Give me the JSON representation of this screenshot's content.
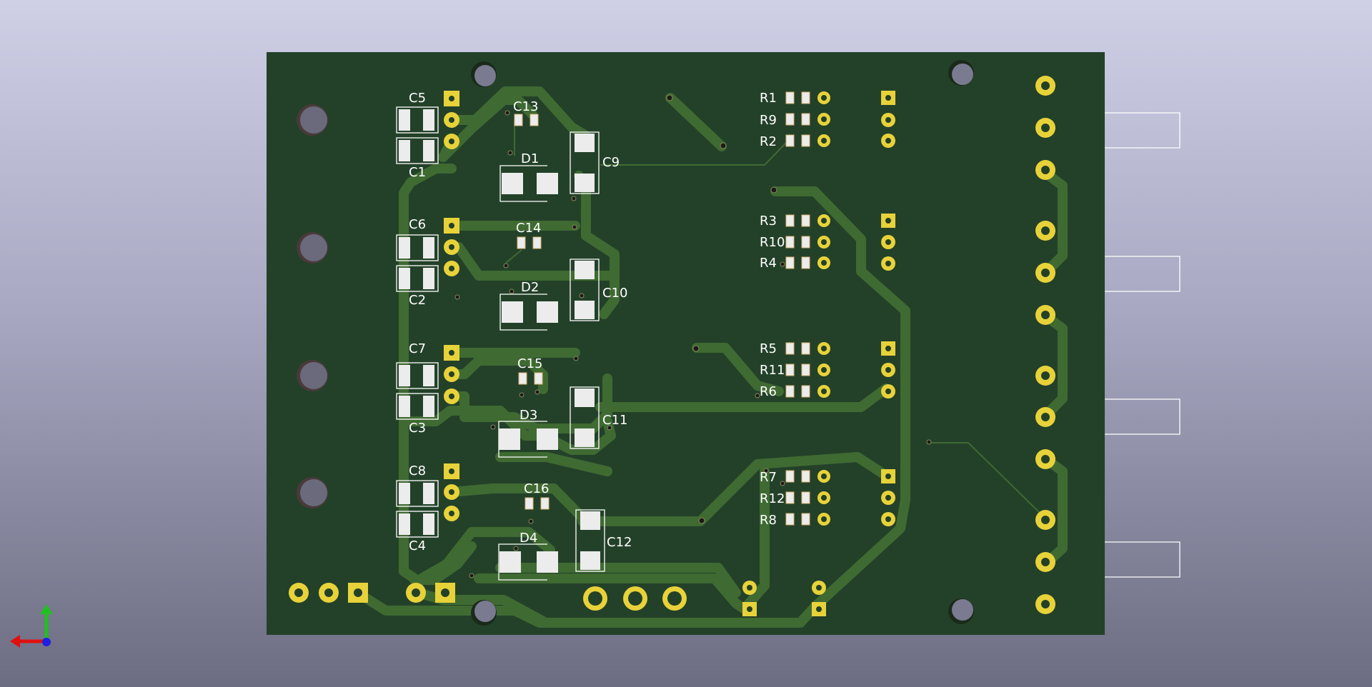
{
  "colors": {
    "board": "#234129",
    "track": "#3f6a32",
    "pad_gold": "#e8d23a",
    "pad_smd": "#ececec",
    "silkscreen": "#ffffff",
    "hole": "#6a6a7c",
    "axis_x": "#e01010",
    "axis_y": "#20c020",
    "axis_z": "#2020e0"
  },
  "refs": {
    "c1": "C1",
    "c2": "C2",
    "c3": "C3",
    "c4": "C4",
    "c5": "C5",
    "c6": "C6",
    "c7": "C7",
    "c8": "C8",
    "c9": "C9",
    "c10": "C10",
    "c11": "C11",
    "c12": "C12",
    "c13": "C13",
    "c14": "C14",
    "c15": "C15",
    "c16": "C16",
    "d1": "D1",
    "d2": "D2",
    "d3": "D3",
    "d4": "D4",
    "r1": "R1",
    "r2": "R2",
    "r3": "R3",
    "r4": "R4",
    "r5": "R5",
    "r6": "R6",
    "r7": "R7",
    "r8": "R8",
    "r9": "R9",
    "r10": "R10",
    "r11": "R11",
    "r12": "R12"
  },
  "icons": {
    "axis": "xyz-axis-icon",
    "mounting_hole": "mounting-hole-icon"
  }
}
